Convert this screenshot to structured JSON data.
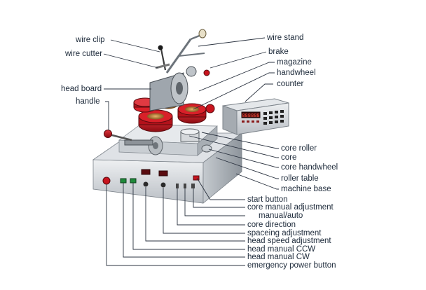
{
  "labels": {
    "wire_clip": "wire clip",
    "wire_cutter": "wire cutter",
    "head_board": "head board",
    "handle": "handle",
    "wire_stand": "wire stand",
    "brake": "brake",
    "magazine": "magazine",
    "handwheel": "handwheel",
    "counter": "counter",
    "core_roller": "core roller",
    "core": "core",
    "core_handwheel": "core handwheel",
    "roller_table": "roller table",
    "machine_base": "machine base",
    "start_button": "start button",
    "core_manual_adjustment": "core manual adjustment",
    "manual_auto": "manual/auto",
    "core_direction": "core direction",
    "spaceing_adjustment": "spaceing adjustment",
    "head_speed_adjustment": "head speed adjustment",
    "head_manual_ccw": "head manual CCW",
    "head_manual_cw": "head manual CW",
    "emergency_power_button": "emergency power button"
  },
  "counter_display": {
    "digits": "888888"
  },
  "colors": {
    "machine_body": "#d9dde2",
    "machine_shadow": "#9aa1a8",
    "magazine_red": "#b3121b",
    "leader_line": "#2b3340",
    "label_text": "#1d2a3a"
  }
}
